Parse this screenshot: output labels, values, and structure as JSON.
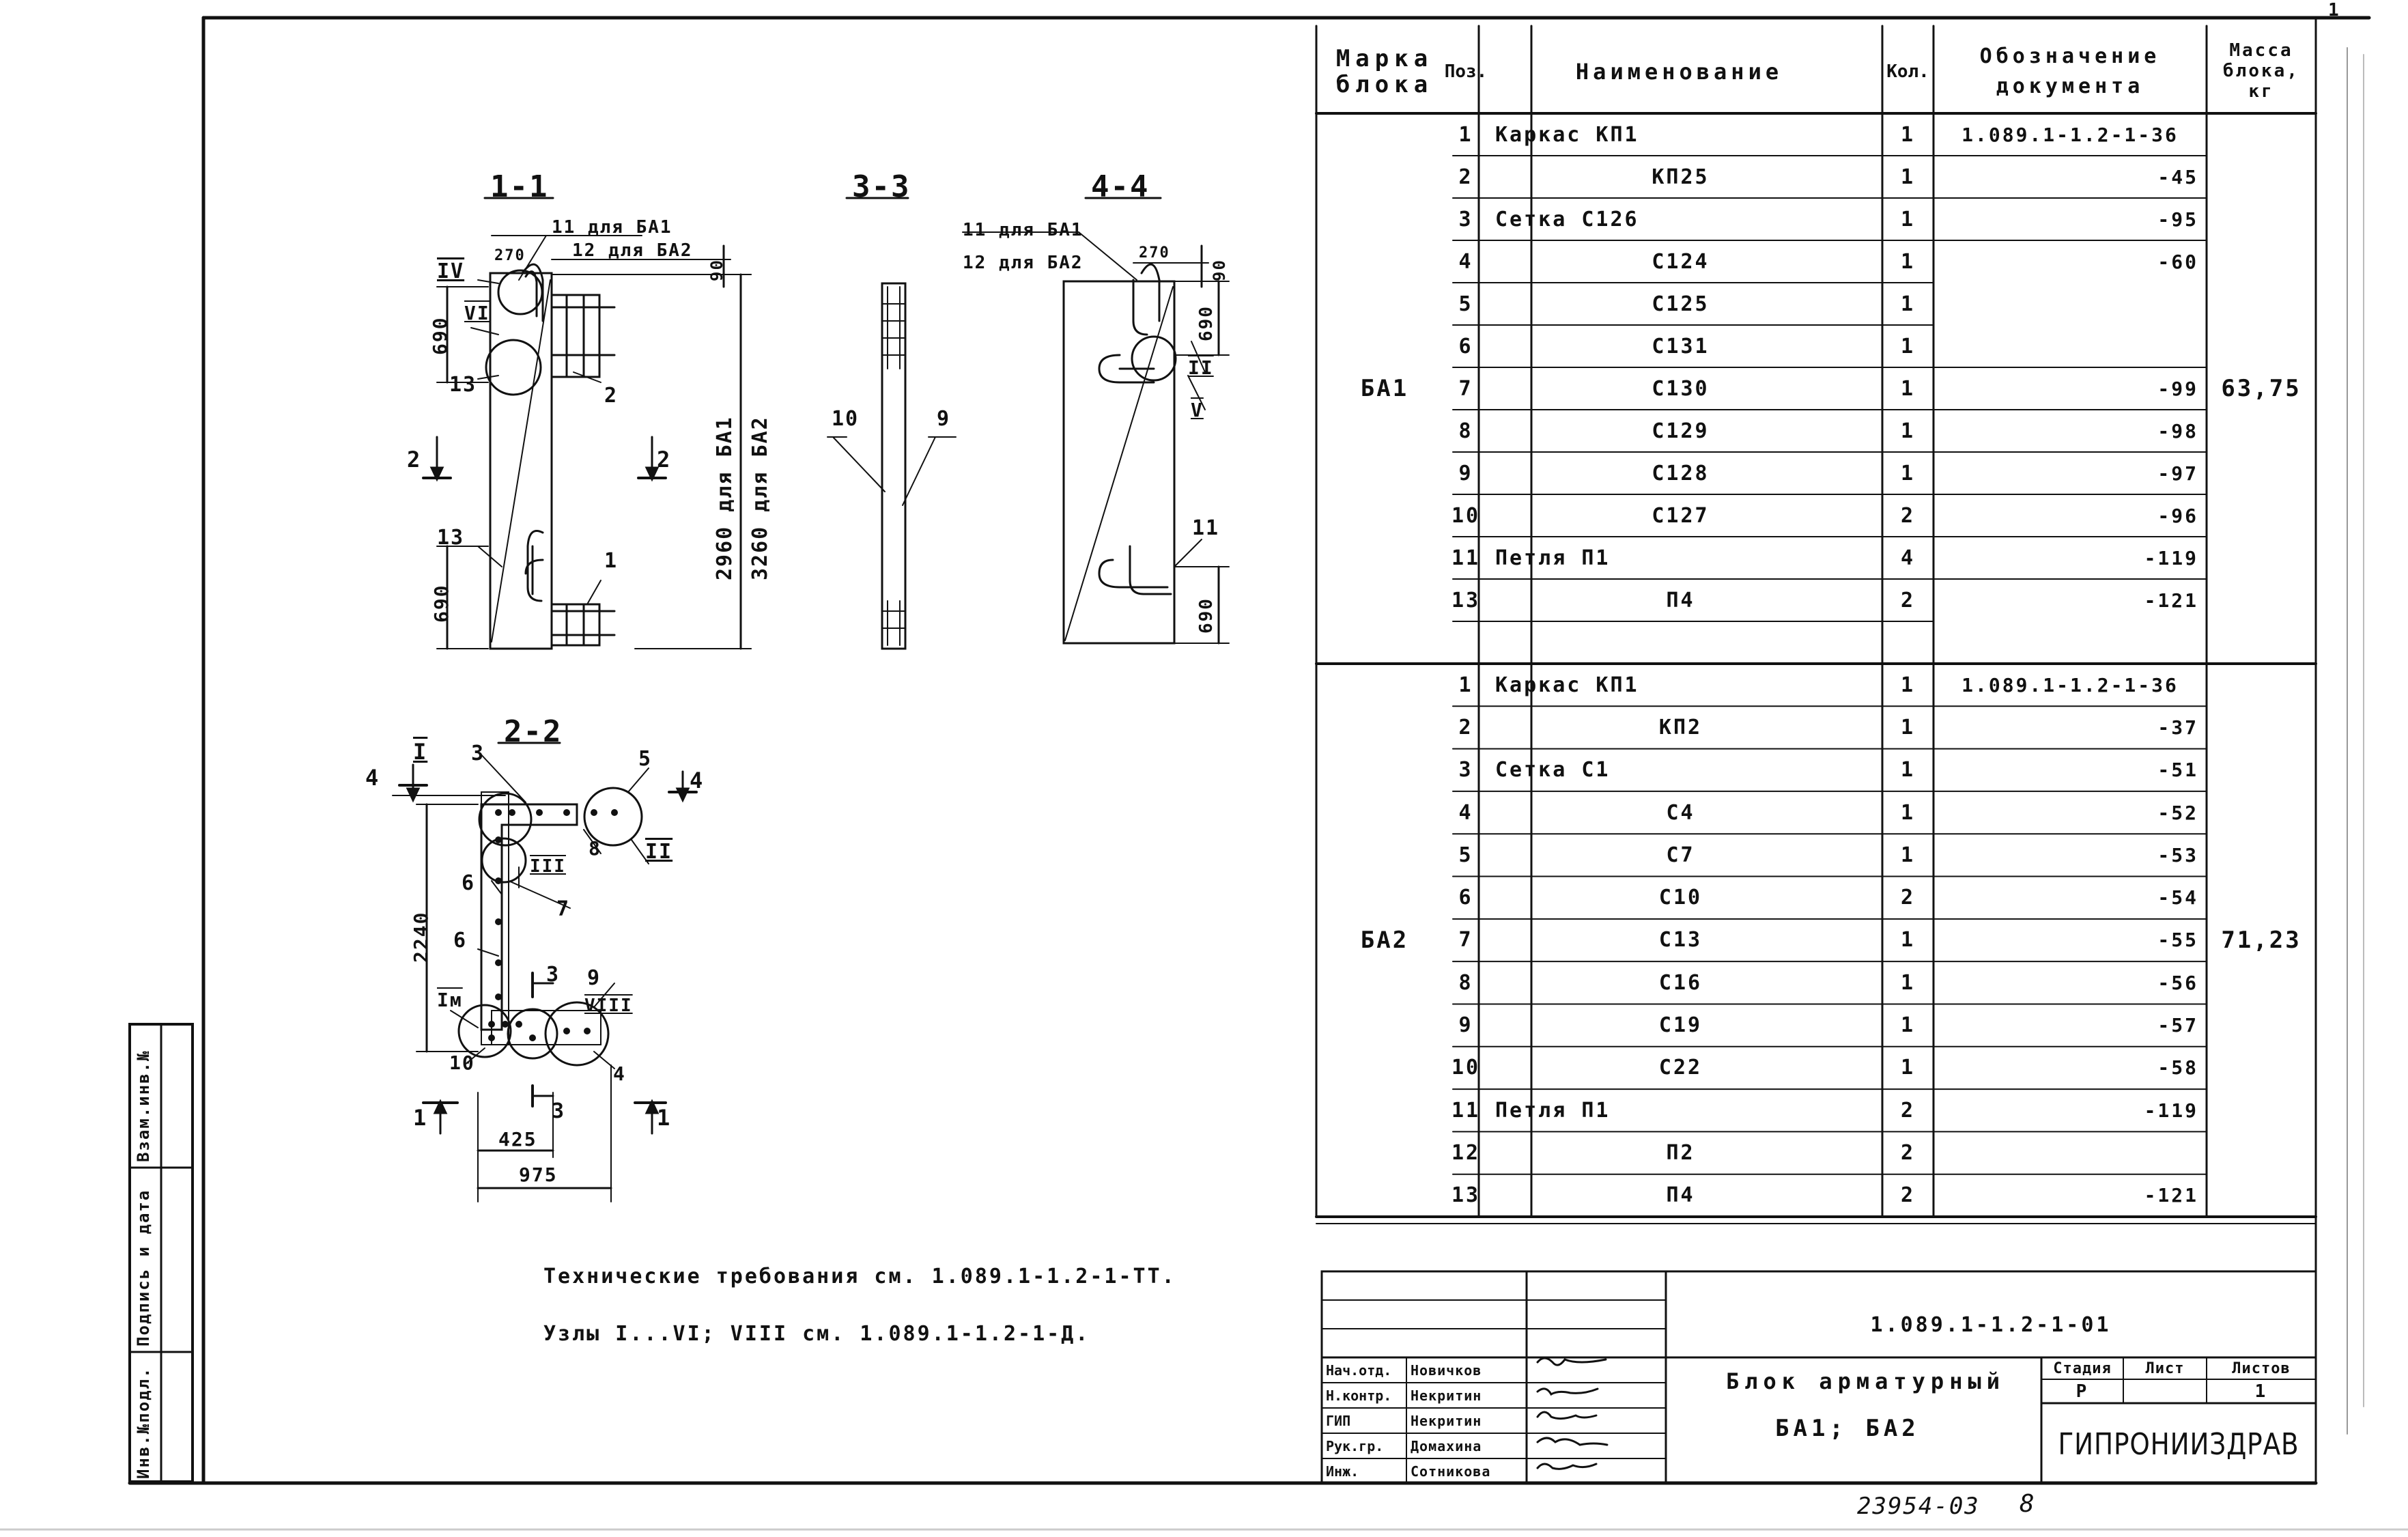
{
  "sheet_number_top": "1",
  "spec_table": {
    "headers": {
      "mark": "Марка блока",
      "pos": "Поз.",
      "name": "Наименование",
      "qty": "Кол.",
      "doc": "Обозначение документа",
      "mass": "Масса блока, кг"
    },
    "groups": [
      {
        "mark": "БА1",
        "mass": "63,75",
        "rows": [
          {
            "pos": "1",
            "name": "Каркас КП1",
            "qty": "1",
            "doc": "1.089.1-1.2-1-36"
          },
          {
            "pos": "2",
            "name": "КП25",
            "qty": "1",
            "doc": "-45"
          },
          {
            "pos": "3",
            "name": "Сетка С126",
            "qty": "1",
            "doc": "-95"
          },
          {
            "pos": "4",
            "name": "С124",
            "qty": "1",
            "doc": "-60"
          },
          {
            "pos": "5",
            "name": "С125",
            "qty": "1",
            "doc": ""
          },
          {
            "pos": "6",
            "name": "С131",
            "qty": "1",
            "doc": ""
          },
          {
            "pos": "7",
            "name": "С130",
            "qty": "1",
            "doc": "-99"
          },
          {
            "pos": "8",
            "name": "С129",
            "qty": "1",
            "doc": "-98"
          },
          {
            "pos": "9",
            "name": "С128",
            "qty": "1",
            "doc": "-97"
          },
          {
            "pos": "10",
            "name": "С127",
            "qty": "2",
            "doc": "-96"
          },
          {
            "pos": "11",
            "name": "Петля П1",
            "qty": "4",
            "doc": "-119"
          },
          {
            "pos": "13",
            "name": "П4",
            "qty": "2",
            "doc": "-121"
          },
          {
            "pos": "",
            "name": "",
            "qty": "",
            "doc": ""
          }
        ]
      },
      {
        "mark": "БА2",
        "mass": "71,23",
        "rows": [
          {
            "pos": "1",
            "name": "Каркас КП1",
            "qty": "1",
            "doc": "1.089.1-1.2-1-36"
          },
          {
            "pos": "2",
            "name": "КП2",
            "qty": "1",
            "doc": "-37"
          },
          {
            "pos": "3",
            "name": "Сетка С1",
            "qty": "1",
            "doc": "-51"
          },
          {
            "pos": "4",
            "name": "С4",
            "qty": "1",
            "doc": "-52"
          },
          {
            "pos": "5",
            "name": "С7",
            "qty": "1",
            "doc": "-53"
          },
          {
            "pos": "6",
            "name": "С10",
            "qty": "2",
            "doc": "-54"
          },
          {
            "pos": "7",
            "name": "С13",
            "qty": "1",
            "doc": "-55"
          },
          {
            "pos": "8",
            "name": "С16",
            "qty": "1",
            "doc": "-56"
          },
          {
            "pos": "9",
            "name": "С19",
            "qty": "1",
            "doc": "-57"
          },
          {
            "pos": "10",
            "name": "С22",
            "qty": "1",
            "doc": "-58"
          },
          {
            "pos": "11",
            "name": "Петля П1",
            "qty": "2",
            "doc": "-119"
          },
          {
            "pos": "12",
            "name": "П2",
            "qty": "2",
            "doc": ""
          },
          {
            "pos": "13",
            "name": "П4",
            "qty": "2",
            "doc": "-121"
          }
        ]
      }
    ]
  },
  "drawing": {
    "section_1_1": "1-1",
    "section_3_3": "3-3",
    "section_4_4": "4-4",
    "section_2_2": "2-2",
    "labels_1_1": {
      "note_11": "11 для БА1",
      "note_12": "12 для БА2",
      "dim_270": "270",
      "dim_90": "90",
      "dim_690_top": "690",
      "dim_690_bottom": "690",
      "dim_2960": "2960 для БА1",
      "dim_3260": "3260 для БА2",
      "node_IV": "IV",
      "node_VI": "VI",
      "pos_13a": "13",
      "pos_13b": "13",
      "pos_2": "2",
      "pos_1": "1",
      "cut_2a": "2",
      "cut_2b": "2"
    },
    "labels_3_3": {
      "pos_10": "10",
      "pos_9": "9"
    },
    "labels_4_4": {
      "note_11": "11 для БА1",
      "note_12": "12 для БА2",
      "dim_270": "270",
      "dim_90": "90",
      "dim_690_top": "690",
      "dim_690_bottom": "690",
      "node_II": "II",
      "node_V": "V",
      "pos_11": "11"
    },
    "labels_2_2": {
      "cut_4a": "4",
      "cut_4b": "4",
      "node_I": "I",
      "node_II": "II",
      "node_III": "III",
      "node_VIII": "VIII",
      "node_Im": "Iм",
      "pos_3": "3",
      "pos_5": "5",
      "pos_8": "8",
      "pos_6a": "6",
      "pos_6b": "6",
      "pos_7": "7",
      "pos_9": "9",
      "pos_10": "10",
      "pos_4": "4",
      "cut_3a": "3",
      "cut_3b": "3",
      "cut_1a": "1",
      "cut_1b": "1",
      "dim_2240": "2240",
      "dim_425": "425",
      "dim_975": "975"
    }
  },
  "notes": {
    "tech": "Технические требования см. 1.089.1-1.2-1-ТТ.",
    "nodes": "Узлы I...VI; VIII см. 1.089.1-1.2-1-Д."
  },
  "side_stamp": {
    "inv_orig": "Инв.№подл.",
    "sign_date": "Подпись и дата",
    "replace_inv": "Взам.инв.№"
  },
  "title_block": {
    "code": "1.089.1-1.2-1-01",
    "title_line1": "Блок арматурный",
    "title_line2": "БА1; БА2",
    "stage_label": "Стадия",
    "sheet_label": "Лист",
    "sheets_label": "Листов",
    "stage_value": "Р",
    "sheet_value": "",
    "sheets_value": "1",
    "org": "ГИПРОНИИЗДРАВ",
    "roles": [
      {
        "role": "Нач.отд.",
        "name": "Новичков"
      },
      {
        "role": "Н.контр.",
        "name": "Некритин"
      },
      {
        "role": "ГИП",
        "name": "Некритин"
      },
      {
        "role": "Рук.гр.",
        "name": "Домахина"
      },
      {
        "role": "Инж.",
        "name": "Сотникова"
      }
    ]
  },
  "footer": {
    "archive": "23954-03",
    "page": "8"
  }
}
